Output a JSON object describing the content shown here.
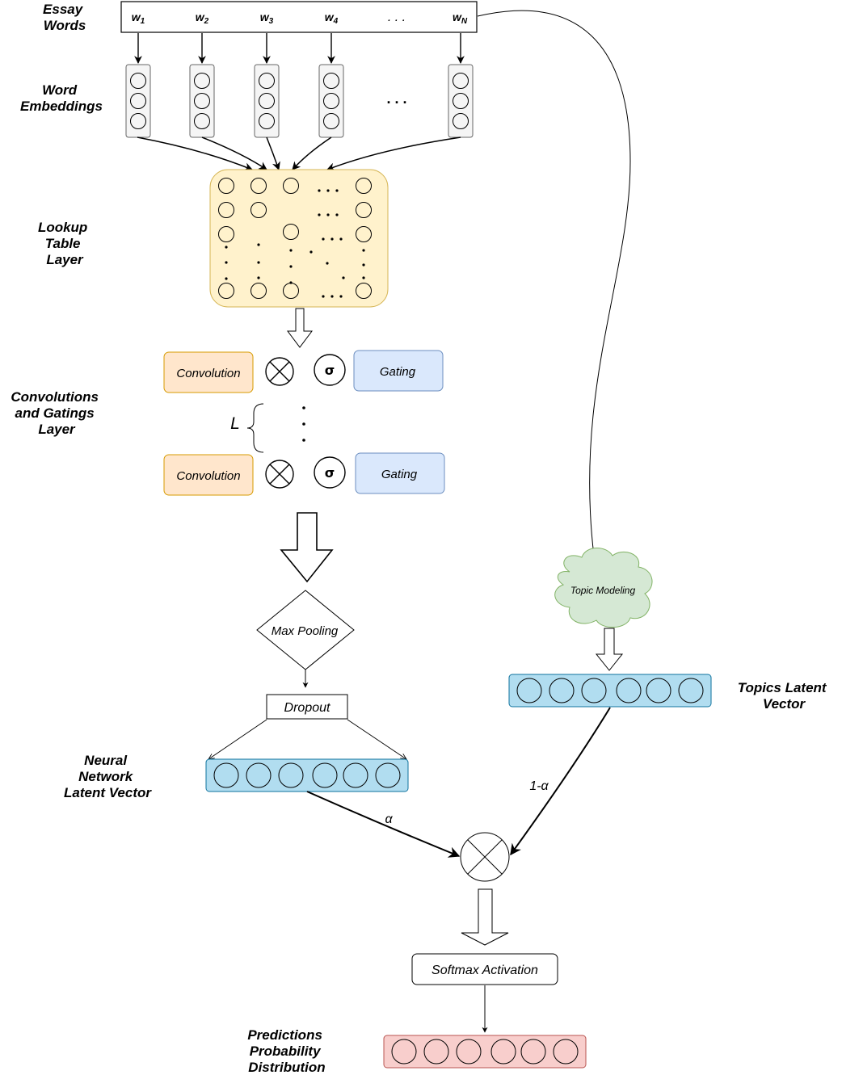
{
  "labels": {
    "essay_words": [
      "Essay",
      "Words"
    ],
    "word_embeddings": [
      "Word",
      "Embeddings"
    ],
    "lookup_table": [
      "Lookup",
      "Table",
      "Layer"
    ],
    "conv_gating": [
      "Convolutions",
      "and Gatings",
      "Layer"
    ],
    "nn_latent": [
      "Neural",
      "Network",
      "Latent Vector"
    ],
    "topics_latent": [
      "Topics Latent",
      "Vector"
    ],
    "predictions": [
      "Predictions",
      "Probability",
      "Distribution"
    ]
  },
  "words": {
    "items": [
      {
        "base": "w",
        "sub": "1"
      },
      {
        "base": "w",
        "sub": "2"
      },
      {
        "base": "w",
        "sub": "3"
      },
      {
        "base": "w",
        "sub": "4"
      },
      {
        "base": "w",
        "sub": "N"
      }
    ],
    "ellipsis": ". . ."
  },
  "embedding_ellipsis": ". . .",
  "conv_block": {
    "convolution": "Convolution",
    "gating": "Gating",
    "sigma": "σ",
    "repeat_label": "L"
  },
  "max_pooling": "Max Pooling",
  "dropout": "Dropout",
  "topic_modeling": "Topic Modeling",
  "weights": {
    "alpha": "α",
    "one_minus_alpha": "1-α"
  },
  "softmax": "Softmax Activation",
  "colors": {
    "lookup_fill": "#FFF2CC",
    "lookup_stroke": "#D6B656",
    "conv_fill": "#FFE6CC",
    "conv_stroke": "#D79B00",
    "gating_fill": "#DAE8FC",
    "gating_stroke": "#6C8EBF",
    "vector_fill": "#B1DDF0",
    "vector_stroke": "#10739E",
    "topic_fill": "#D5E8D4",
    "topic_stroke": "#82B366",
    "pred_fill": "#F8CECC",
    "pred_stroke": "#B85450"
  }
}
